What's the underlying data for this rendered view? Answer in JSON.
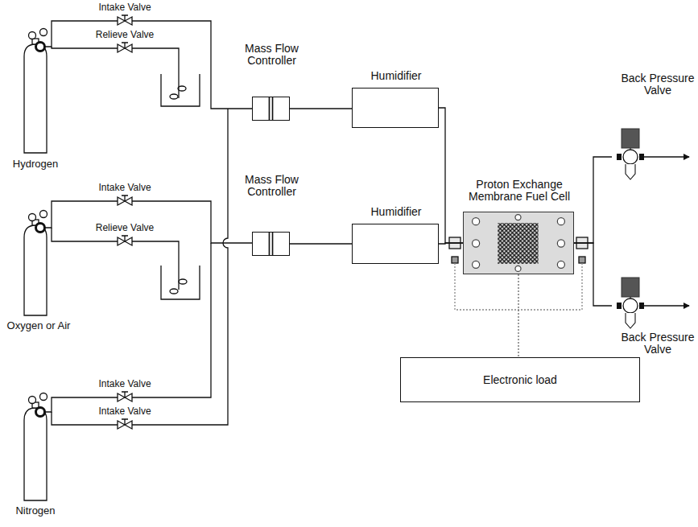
{
  "diagram": {
    "nodes": [
      {
        "text": [
          "Mass Flow Controller"
        ]
      },
      {
        "text": [
          "Humidifier"
        ]
      },
      {
        "text": [
          "Mass Flow Controller"
        ]
      },
      {
        "text": [
          "Humidifier"
        ]
      },
      {
        "text": [
          "Proton Exchange Membrane Fuel Cell"
        ]
      },
      {
        "text": [
          "Back Pressure Valve"
        ]
      },
      {
        "text": [
          "Back Pressure Valve"
        ]
      },
      {
        "text": [
          "Electronic load"
        ]
      }
    ],
    "edges": [
      {
        "from": 0,
        "to": 1,
        "arrow": "none"
      },
      {
        "from": 2,
        "to": 3,
        "arrow": "none"
      },
      {
        "from": 1,
        "to": 4,
        "arrow": "none"
      },
      {
        "from": 3,
        "to": 4,
        "arrow": "none"
      },
      {
        "from": 4,
        "to": 5,
        "arrow": "none"
      },
      {
        "from": 4,
        "to": 6,
        "arrow": "none"
      },
      {
        "from": 4,
        "to": 7,
        "arrow": "none"
      }
    ],
    "labels": [
      "Intake Valve",
      "Relieve Valve",
      "Hydrogen",
      "Intake Valve",
      "Relieve Valve",
      "Oxygen or Air",
      "Intake Valve",
      "Intake Valve",
      "Nitrogen"
    ]
  }
}
